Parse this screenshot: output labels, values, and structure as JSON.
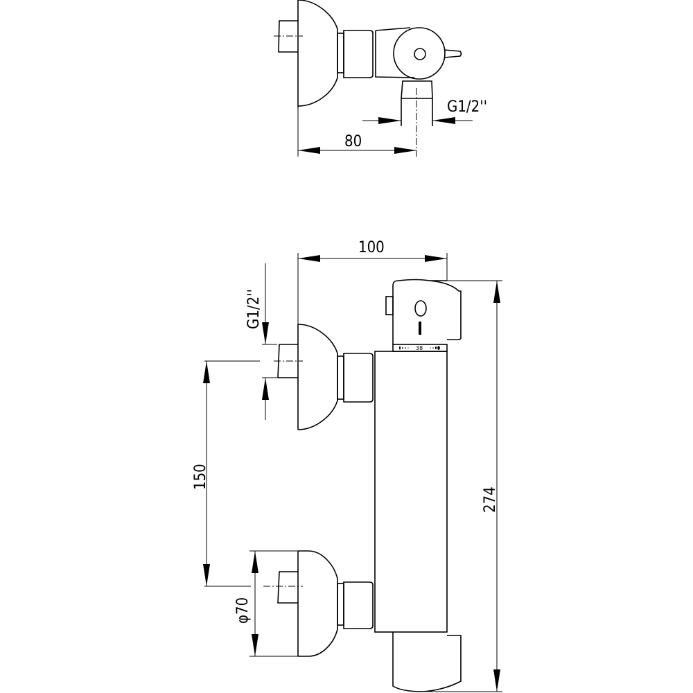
{
  "top_view": {
    "dim_width": "80",
    "dim_thread": "G1/2''"
  },
  "front_view": {
    "dim_width": "100",
    "dim_thread": "G1/2''",
    "dim_spacing": "150",
    "dim_diameter": "φ70",
    "dim_height": "274",
    "dial_value": "38"
  },
  "colors": {
    "line": "#000000",
    "background": "#ffffff"
  }
}
